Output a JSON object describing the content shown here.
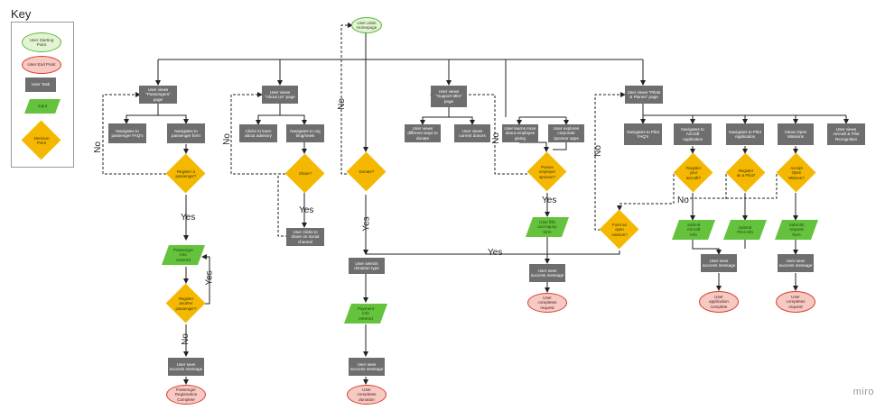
{
  "key": {
    "title": "Key",
    "start": "User Starting\nPoint",
    "end": "User End Point",
    "task": "User Task",
    "input": "Input",
    "decision": "Decision\nPoint"
  },
  "nodes": {
    "home": "User visits\nHomepage",
    "passengers": "User views\n\"Passengers\"\npage",
    "p_faq": "Navigates to\npassenger FAQ's",
    "p_form": "Navigates to\npassenger form",
    "p_register": "Register a\npassenger?",
    "p_info": "Passenger\nInfo\nentered",
    "p_another": "Register\nanother\npassenger?",
    "p_success": "User sees\nsuccess message",
    "p_complete": "Passenger\nRegistration\nComplete",
    "about": "User views\n\"About Us\" page",
    "a_advisory": "Clicks to learn\nabout advisory",
    "a_blog": "Navigates to org\nblog/news",
    "a_share": "Share?",
    "a_social": "User clicks to\nshare on social\nchannel",
    "donate": "Donate?",
    "d_type": "User selects\ndonation type",
    "d_payment": "Payment\ninfo\nentered",
    "d_success": "User sees\nsuccess message",
    "d_complete": "User\ncompletes\ndonation",
    "support": "User views\n\"Support Mks\"\npage",
    "s_ways": "User views\ndifferent ways to\ndonate",
    "s_donors": "User views\ncurrent donors",
    "s_learn": "User learns more\nabout employee\ngiving",
    "s_corp": "User explores\ncorporate\nsponsor opps",
    "s_pursue": "Pursue\nemployer\nsponsor?",
    "s_fill": "User fills\nout inquiry\nform",
    "s_success": "User sees\nsuccess message",
    "s_complete": "User\ncompletes\nrequest",
    "pilots": "User views \"Pilots\n& Planes\" page",
    "pl_faq": "Navigates to Pilot\nFAQ's",
    "pl_aircraft": "Navigates to\nAircraft\nApplication",
    "pl_pilotapp": "Navigates to Pilot\nApplication",
    "pl_missions": "Views Open\nMissions",
    "pl_recog": "User views\nAircraft & Pilot\nRecognition",
    "pl_reg_aircraft": "Register\nyour\naircraft?",
    "pl_reg_pilot": "Register\nas a Pilot?",
    "pl_accept": "Accept\nOpen\nMission?",
    "pl_fund": "Fund an\nopen\nmission?",
    "pl_sub_aircraft": "Submit\nAircraft\nInfo",
    "pl_sub_pilot": "Submit\nPilot Info",
    "pl_sub_request": "Submits\nrequest\nform",
    "pl_success_app": "User sees\nsuccess message",
    "pl_success_req": "User sees\nsuccess message",
    "pl_app_complete": "User\napplication\ncomplete",
    "pl_req_complete": "User\ncompletes\nrequest"
  },
  "labels": {
    "yes": "Yes",
    "no": "No"
  },
  "brand": "miro",
  "colors": {
    "task": "#6e6e6e",
    "start_fill": "#e3f3d3",
    "start_border": "#5cb83c",
    "end_fill": "#f6c9c2",
    "end_border": "#d93a2b",
    "input": "#64c23c",
    "decision": "#f5b800"
  }
}
